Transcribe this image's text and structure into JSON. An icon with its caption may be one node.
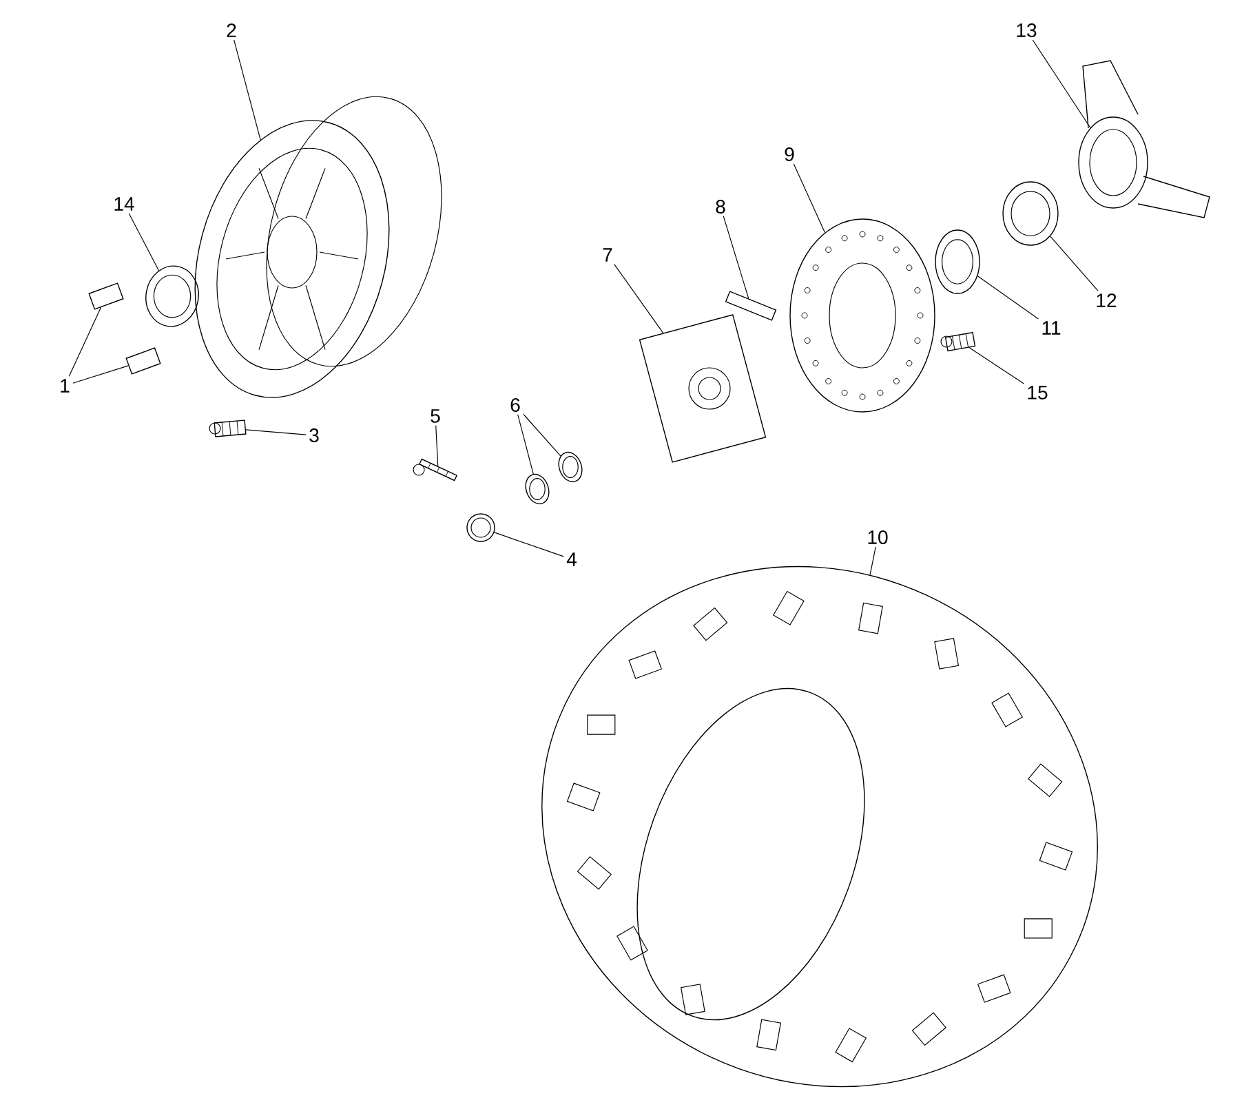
{
  "diagram": {
    "nodes": [
      {
        "text": [
          "1"
        ]
      },
      {
        "text": [
          "2"
        ]
      },
      {
        "text": [
          "3"
        ]
      },
      {
        "text": [
          "4"
        ]
      },
      {
        "text": [
          "5"
        ]
      },
      {
        "text": [
          "6"
        ]
      },
      {
        "text": [
          "7"
        ]
      },
      {
        "text": [
          "8"
        ]
      },
      {
        "text": [
          "9"
        ]
      },
      {
        "text": [
          "10"
        ]
      },
      {
        "text": [
          "11"
        ]
      },
      {
        "text": [
          "12"
        ]
      },
      {
        "text": [
          "13"
        ]
      },
      {
        "text": [
          "14"
        ]
      },
      {
        "text": [
          "15"
        ]
      },
      {
        "text": [],
        "shape": "picture"
      },
      {
        "text": [],
        "shape": "picture"
      },
      {
        "text": [],
        "shape": "picture"
      },
      {
        "text": [],
        "shape": "picture"
      },
      {
        "text": [],
        "shape": "picture"
      },
      {
        "text": [],
        "shape": "picture"
      },
      {
        "text": [],
        "shape": "picture"
      },
      {
        "text": [],
        "shape": "picture"
      },
      {
        "text": [],
        "shape": "picture"
      },
      {
        "text": [],
        "shape": "picture"
      },
      {
        "text": [],
        "shape": "picture"
      },
      {
        "text": [],
        "shape": "picture"
      },
      {
        "text": [],
        "shape": "picture"
      },
      {
        "text": [],
        "shape": "picture"
      },
      {
        "text": [],
        "shape": "picture"
      },
      {
        "text": [],
        "shape": "picture"
      },
      {
        "text": [],
        "shape": "picture"
      }
    ],
    "edges": [
      {
        "from": 0,
        "to": 15,
        "arrow": "none"
      },
      {
        "from": 0,
        "to": 16,
        "arrow": "none"
      },
      {
        "from": 1,
        "to": 17,
        "arrow": "none"
      },
      {
        "from": 2,
        "to": 18,
        "arrow": "none"
      },
      {
        "from": 3,
        "to": 19,
        "arrow": "none"
      },
      {
        "from": 4,
        "to": 20,
        "arrow": "none"
      },
      {
        "from": 5,
        "to": 21,
        "arrow": "none"
      },
      {
        "from": 5,
        "to": 22,
        "arrow": "none"
      },
      {
        "from": 6,
        "to": 23,
        "arrow": "none"
      },
      {
        "from": 7,
        "to": 24,
        "arrow": "none"
      },
      {
        "from": 8,
        "to": 25,
        "arrow": "none"
      },
      {
        "from": 9,
        "to": 26,
        "arrow": "none"
      },
      {
        "from": 10,
        "to": 27,
        "arrow": "none"
      },
      {
        "from": 11,
        "to": 28,
        "arrow": "none"
      },
      {
        "from": 12,
        "to": 29,
        "arrow": "none"
      },
      {
        "from": 13,
        "to": 30,
        "arrow": "none"
      },
      {
        "from": 14,
        "to": 31,
        "arrow": "none"
      }
    ]
  }
}
